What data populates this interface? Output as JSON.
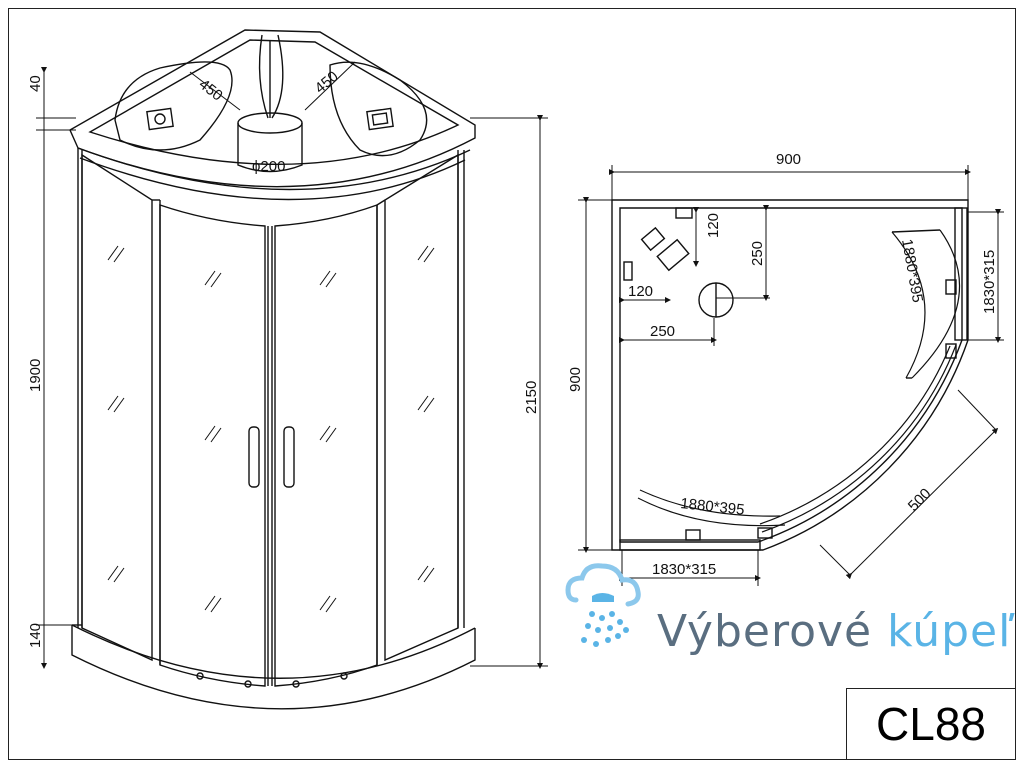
{
  "front_view": {
    "dims": {
      "top_40": "40",
      "height_1900": "1900",
      "base_140": "140",
      "total_2150": "2150",
      "arm_450_left": "450",
      "arm_450_right": "450",
      "drain_200": "ϕ200"
    }
  },
  "plan_view": {
    "dims": {
      "width_900": "900",
      "depth_900": "900",
      "offset_120_top": "120",
      "offset_120_left": "120",
      "drain_250_vertical": "250",
      "drain_250_horizontal": "250",
      "glass_1880_right": "1880*395",
      "glass_1880_bottom": "1880*395",
      "fixed_1830_right": "1830*315",
      "fixed_1830_bottom": "1830*315",
      "radius_500": "500"
    }
  },
  "watermark": {
    "text_main": "Výberové ",
    "text_accent": "kúpeľ"
  },
  "model": {
    "label": "CL88"
  }
}
